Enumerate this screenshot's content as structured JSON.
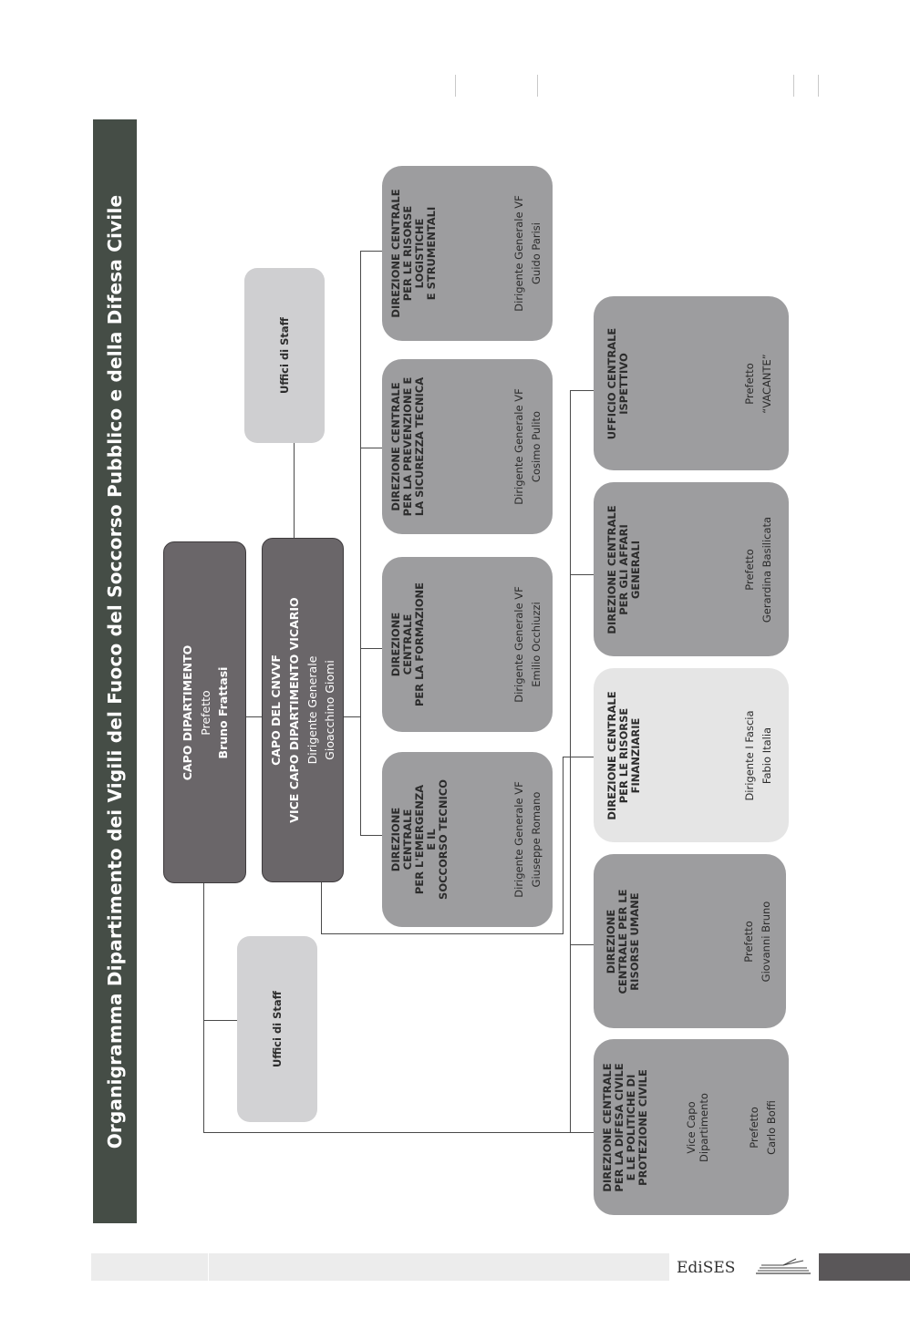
{
  "title": "Organigramma Dipartimento dei Vigili del Fuoco del Soccorso Pubblico e della Difesa Civile",
  "capo": {
    "title": "CAPO DIPARTIMENTO",
    "role": "Prefetto",
    "name": "Bruno Frattasi"
  },
  "vice": {
    "title": "CAPO DEL CNVVF\nVICE CAPO DIPARTIMENTO VICARIO",
    "role": "Dirigente Generale",
    "name": "Gioacchino Giomi"
  },
  "staff_left": {
    "label": "Uffici di Staff"
  },
  "staff_right": {
    "label": "Uffici di Staff"
  },
  "directorates_top": [
    {
      "title": "DIREZIONE\nCENTRALE\nPER L'EMERGENZA\nE IL\nSOCCORSO TECNICO",
      "role": "Dirigente Generale VF",
      "name": "Giuseppe Romano"
    },
    {
      "title": "DIREZIONE\nCENTRALE\nPER LA FORMAZIONE",
      "role": "Dirigente Generale VF",
      "name": "Emilio Occhiuzzi"
    },
    {
      "title": "DIREZIONE CENTRALE\nPER LA PREVENZIONE E\nLA SICUREZZA TECNICA",
      "role": "Dirigente Generale  VF",
      "name": "Cosimo Pulito"
    },
    {
      "title": "DIREZIONE CENTRALE\nPER LE RISORSE\nLOGISTICHE\nE STRUMENTALI",
      "role": "Dirigente Generale VF",
      "name": "Guido Parisi"
    }
  ],
  "directorates_bottom": [
    {
      "title": "DIREZIONE CENTRALE\nPER LA DIFESA CIVILE\nE LE POLITICHE DI\nPROTEZIONE CIVILE",
      "extra": "Vice Capo\nDipartimento",
      "role": "Prefetto",
      "name": "Carlo Boffi"
    },
    {
      "title": "DIREZIONE\nCENTRALE PER LE\nRISORSE UMANE",
      "role": "Prefetto",
      "name": "Giovanni Bruno"
    },
    {
      "title": "DIREZIONE CENTRALE\nPER LE RISORSE\nFINANZIARIE",
      "role": "Dirigente I Fascia",
      "name": "Fabio Italia"
    },
    {
      "title": "DIREZIONE CENTRALE\nPER GLI AFFARI\nGENERALI",
      "role": "Prefetto",
      "name": "Gerardina Basilicata"
    },
    {
      "title": "UFFICIO CENTRALE\nISPETTIVO",
      "role": "Prefetto",
      "name": "“VACANTE”"
    }
  ],
  "footer": {
    "brand": "EdiSES"
  }
}
